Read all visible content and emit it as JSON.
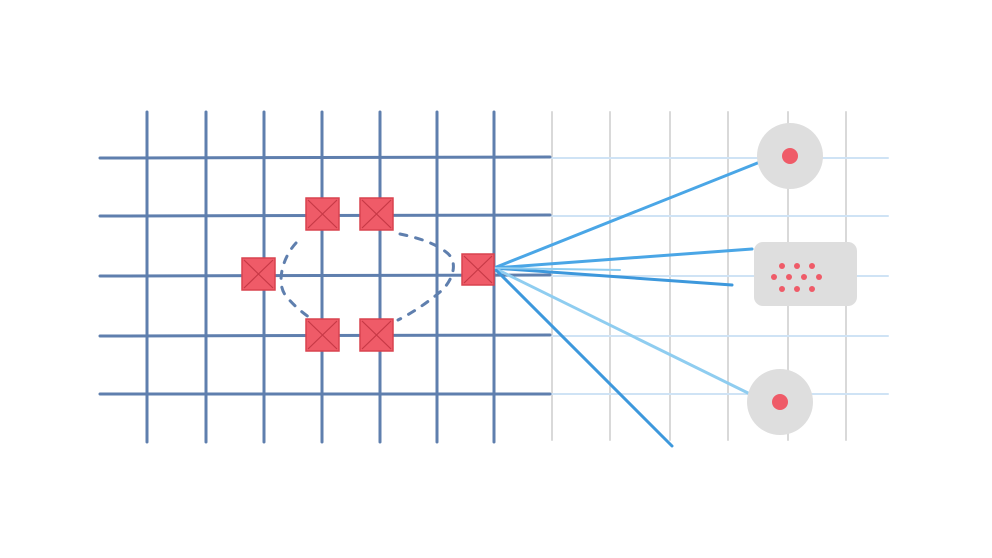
{
  "colors": {
    "background": "#ffffff",
    "grid_dark": "#5f7fae",
    "grid_light_gray": "#dcdcdc",
    "grid_light_blue": "#cfe3f5",
    "marker_fill": "#ef5b68",
    "marker_stroke": "#d9434f",
    "dash": "#5f7fae",
    "ray_bright": "#4aa6e6",
    "ray_pale": "#8fcdf0",
    "node_fill": "#dedede",
    "node_dot": "#ef5b68"
  },
  "elements": {
    "grid_dark": "dark-blue-grid",
    "grid_light": "light-grid",
    "markers": [
      "marker-top-left",
      "marker-top-right",
      "marker-left",
      "marker-right-source",
      "marker-bottom-left",
      "marker-bottom-right"
    ],
    "loop": "dashed-loop",
    "rays": [
      "ray-1",
      "ray-2",
      "ray-3",
      "ray-4",
      "ray-5",
      "ray-6"
    ],
    "nodes": [
      "circle-node-top",
      "rect-node-dots",
      "circle-node-bottom"
    ]
  }
}
